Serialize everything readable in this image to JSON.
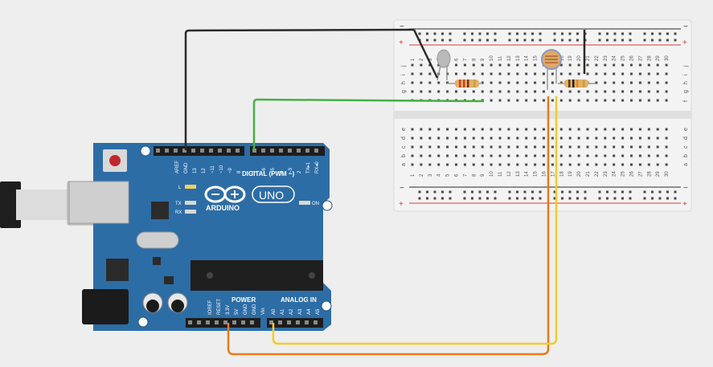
{
  "board": {
    "brand": "ARDUINO",
    "model": "UNO",
    "digital_header": "DIGITAL (PWM ~)",
    "power_header": "POWER",
    "analog_header": "ANALOG IN",
    "on_label": "ON",
    "led_l": "L",
    "led_tx": "TX",
    "led_rx": "RX",
    "digital_pins": [
      "AREF",
      "GND",
      "13",
      "12",
      "~11",
      "~10",
      "~9",
      "8",
      "7",
      "~6",
      "~5",
      "4",
      "~3",
      "2",
      "TX▸1",
      "RX◂0"
    ],
    "power_pins": [
      "IOREF",
      "RESET",
      "3.3V",
      "5V",
      "GND",
      "GND",
      "Vin"
    ],
    "analog_pins": [
      "A0",
      "A1",
      "A2",
      "A3",
      "A4",
      "A5"
    ]
  },
  "breadboard": {
    "columns": [
      "1",
      "2",
      "3",
      "4",
      "5",
      "6",
      "7",
      "8",
      "9",
      "10",
      "11",
      "12",
      "13",
      "14",
      "15",
      "16",
      "17",
      "18",
      "19",
      "20",
      "21",
      "22",
      "23",
      "24",
      "25",
      "26",
      "27",
      "28",
      "29",
      "30"
    ],
    "rows_top": [
      "j",
      "i",
      "h",
      "g",
      "f"
    ],
    "rows_bottom": [
      "e",
      "d",
      "c",
      "b",
      "a"
    ],
    "rail_minus": "−",
    "rail_plus": "+"
  },
  "colors": {
    "board": "#2d6da6",
    "breadboard": "#f3f3f3",
    "wire_black": "#2a2a2a",
    "wire_green": "#45b043",
    "wire_orange": "#ea7a1b",
    "wire_yellow": "#f2cc2a",
    "rail_red": "#d83a3a"
  }
}
